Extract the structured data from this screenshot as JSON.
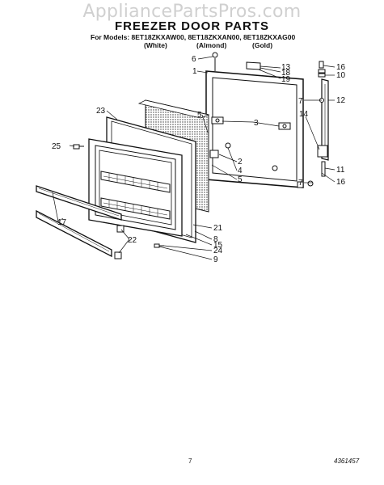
{
  "watermark": "AppliancePartsPros.com",
  "title": "FREEZER DOOR PARTS",
  "models": "For Models: 8ET18ZKXAW00, 8ET18ZKXAN00, 8ET18ZKXAG00",
  "colors": [
    "(White)",
    "(Almond)",
    "(Gold)"
  ],
  "callouts": {
    "c1": "1",
    "c2": "2",
    "c3": "3",
    "c4": "4",
    "c5a": "5",
    "c5b": "5",
    "c6": "6",
    "c7a": "7",
    "c7b": "7",
    "c8": "8",
    "c9": "9",
    "c10": "10",
    "c11": "11",
    "c12": "12",
    "c13": "13",
    "c14": "14",
    "c15": "15",
    "c16a": "16",
    "c16b": "16",
    "c17": "17",
    "c18": "18",
    "c19": "19",
    "c21": "21",
    "c22": "22",
    "c23": "23",
    "c24": "24",
    "c25": "25"
  },
  "footer": {
    "page": "7",
    "number": "4361457"
  }
}
